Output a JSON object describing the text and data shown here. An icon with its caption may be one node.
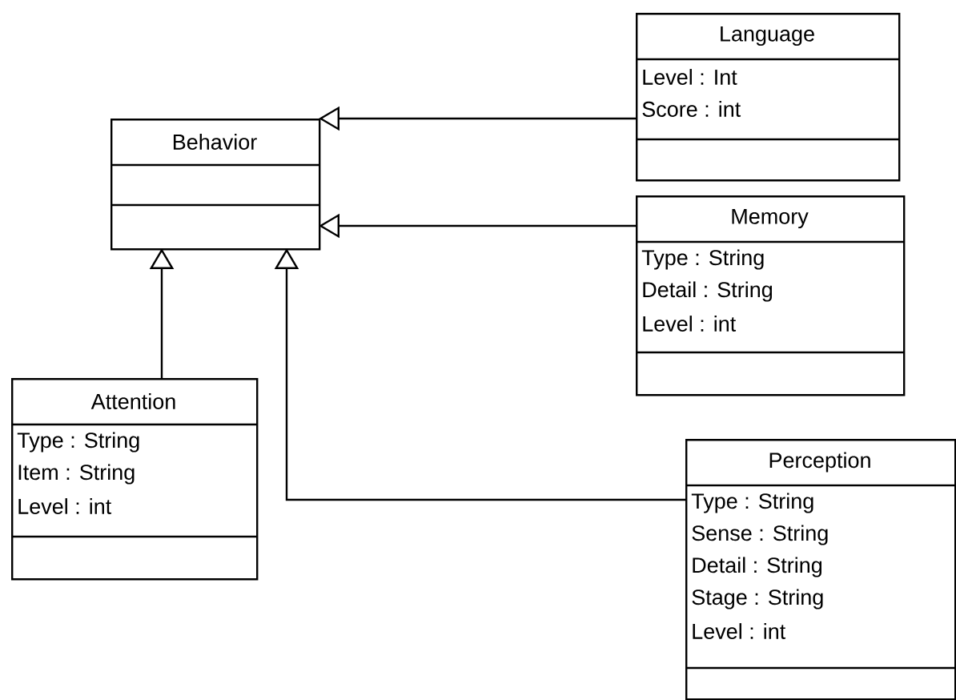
{
  "diagram": {
    "nodes": [
      {
        "text": [
          "Behavior"
        ]
      },
      {
        "text": [
          "Language",
          "Level : Int",
          "Score : int"
        ]
      },
      {
        "text": [
          "Memory",
          "Type : String",
          "Detail : String",
          "Level : int"
        ]
      },
      {
        "text": [
          "Attention",
          "Type : String",
          "Item : String",
          "Level : int"
        ]
      },
      {
        "text": [
          "Perception",
          "Type : String",
          "Sense : String",
          "Detail : String",
          "Stage : String",
          "Level : int"
        ]
      }
    ],
    "edges": [
      {
        "from": 1,
        "to": 0,
        "arrow": "to"
      },
      {
        "from": 2,
        "to": 0,
        "arrow": "to"
      },
      {
        "from": 3,
        "to": 0,
        "arrow": "to"
      },
      {
        "from": 4,
        "to": 0,
        "arrow": "to"
      }
    ]
  }
}
